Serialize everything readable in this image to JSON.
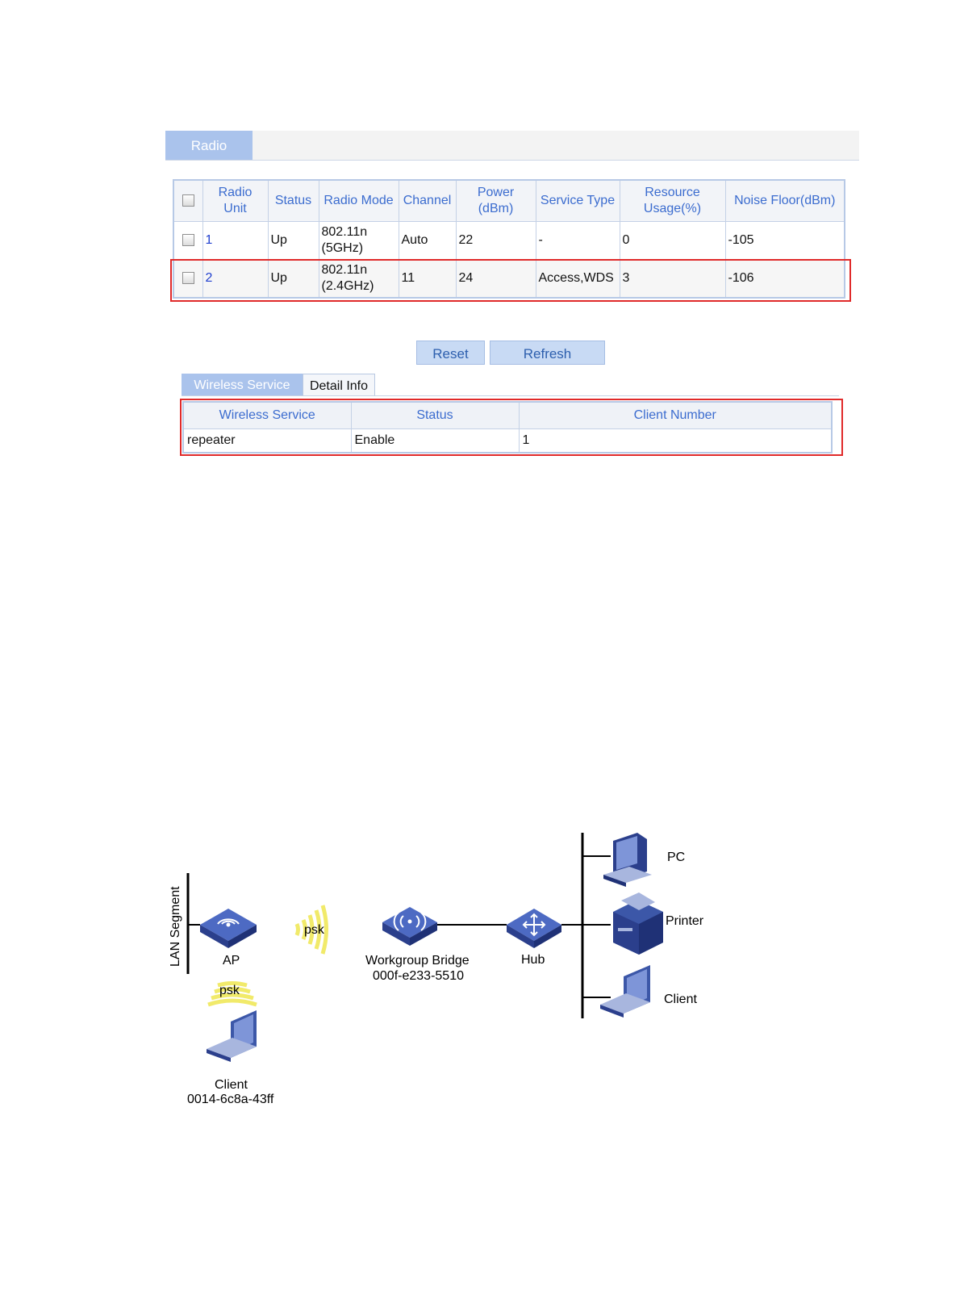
{
  "radio_panel": {
    "tab_label": "Radio",
    "columns": [
      "Radio Unit",
      "Status",
      "Radio Mode",
      "Channel",
      "Power (dBm)",
      "Service Type",
      "Resource Usage(%)",
      "Noise Floor(dBm)"
    ],
    "col_head": {
      "radio_unit_1": "Radio",
      "radio_unit_2": "Unit",
      "status": "Status",
      "radio_mode": "Radio Mode",
      "channel": "Channel",
      "power_1": "Power",
      "power_2": "(dBm)",
      "service_type": "Service Type",
      "resource_1": "Resource",
      "resource_2": "Usage(%)",
      "noise_floor": "Noise Floor(dBm)"
    },
    "rows": [
      {
        "unit": "1",
        "status": "Up",
        "mode_1": "802.11n",
        "mode_2": "(5GHz)",
        "channel": "Auto",
        "power": "22",
        "service_type": "-",
        "resource": "0",
        "noise": "-105"
      },
      {
        "unit": "2",
        "status": "Up",
        "mode_1": "802.11n",
        "mode_2": "(2.4GHz)",
        "channel": "11",
        "power": "24",
        "service_type": "Access,WDS",
        "resource": "3",
        "noise": "-106"
      }
    ],
    "buttons": {
      "reset": "Reset",
      "refresh": "Refresh"
    }
  },
  "service_panel": {
    "tabs": {
      "wireless_service": "Wireless Service",
      "detail_info": "Detail Info"
    },
    "columns": {
      "wireless_service": "Wireless Service",
      "status": "Status",
      "client_number": "Client Number"
    },
    "rows": [
      {
        "service": "repeater",
        "status": "Enable",
        "clients": "1"
      }
    ]
  },
  "diagram": {
    "lan_segment": "LAN Segment",
    "ap": "AP",
    "psk_top": "psk",
    "psk_bottom": "psk",
    "bridge_name": "Workgroup Bridge",
    "bridge_mac": "000f-e233-5510",
    "hub": "Hub",
    "pc": "PC",
    "printer": "Printer",
    "client_right": "Client",
    "client_left_name": "Client",
    "client_left_mac": "0014-6c8a-43ff"
  },
  "colors": {
    "tab_active": "#aac3ec",
    "header_text": "#3b6ccf",
    "highlight": "#e02a2a",
    "device_blue": "#3c57a8",
    "wave_yellow": "#f1ea6a"
  },
  "icons": [
    "checkbox-icon",
    "ap-icon",
    "wireless-signal-icon",
    "workgroup-bridge-icon",
    "hub-icon",
    "pc-icon",
    "printer-icon",
    "laptop-icon"
  ]
}
